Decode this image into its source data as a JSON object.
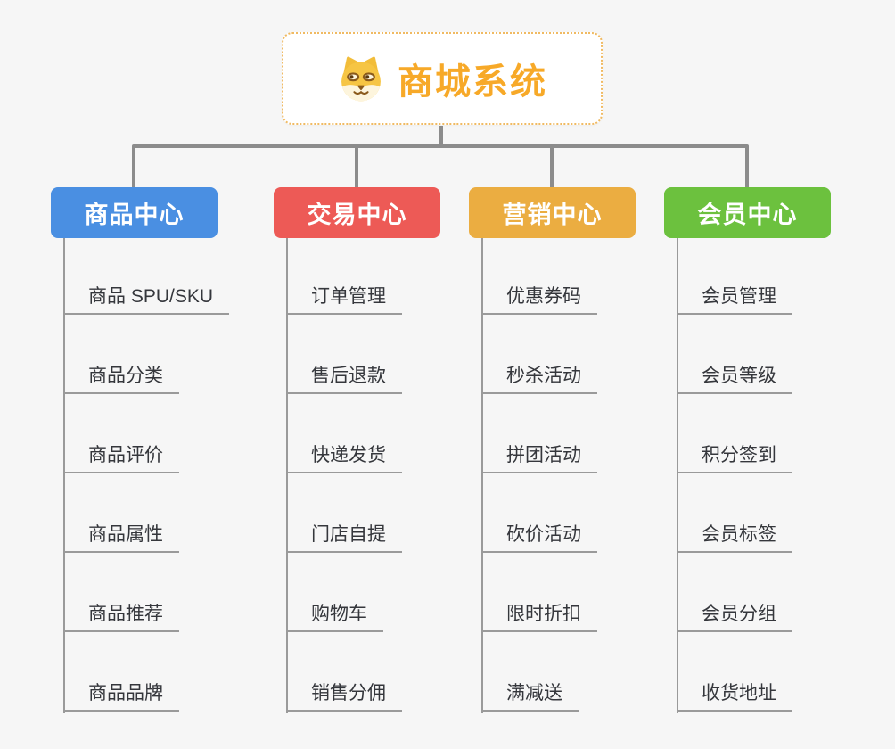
{
  "root": {
    "title": "商城系统",
    "icon": "shiba-dog-icon",
    "text_color": "#f7a928",
    "border_color": "#f0ba62",
    "bg": "#ffffff"
  },
  "colors": {
    "connector": "#8c8c8c",
    "line": "#9a9a9a",
    "item_text": "#35373c",
    "canvas_bg": "#f6f6f6"
  },
  "branches": [
    {
      "label": "商品中心",
      "color": "#4a8fe2",
      "items": [
        "商品 SPU/SKU",
        "商品分类",
        "商品评价",
        "商品属性",
        "商品推荐",
        "商品品牌"
      ]
    },
    {
      "label": "交易中心",
      "color": "#ed5a56",
      "items": [
        "订单管理",
        "售后退款",
        "快递发货",
        "门店自提",
        "购物车",
        "销售分佣"
      ]
    },
    {
      "label": "营销中心",
      "color": "#ebad41",
      "items": [
        "优惠券码",
        "秒杀活动",
        "拼团活动",
        "砍价活动",
        "限时折扣",
        "满减送"
      ]
    },
    {
      "label": "会员中心",
      "color": "#6cc13e",
      "items": [
        "会员管理",
        "会员等级",
        "积分签到",
        "会员标签",
        "会员分组",
        "收货地址"
      ]
    }
  ]
}
